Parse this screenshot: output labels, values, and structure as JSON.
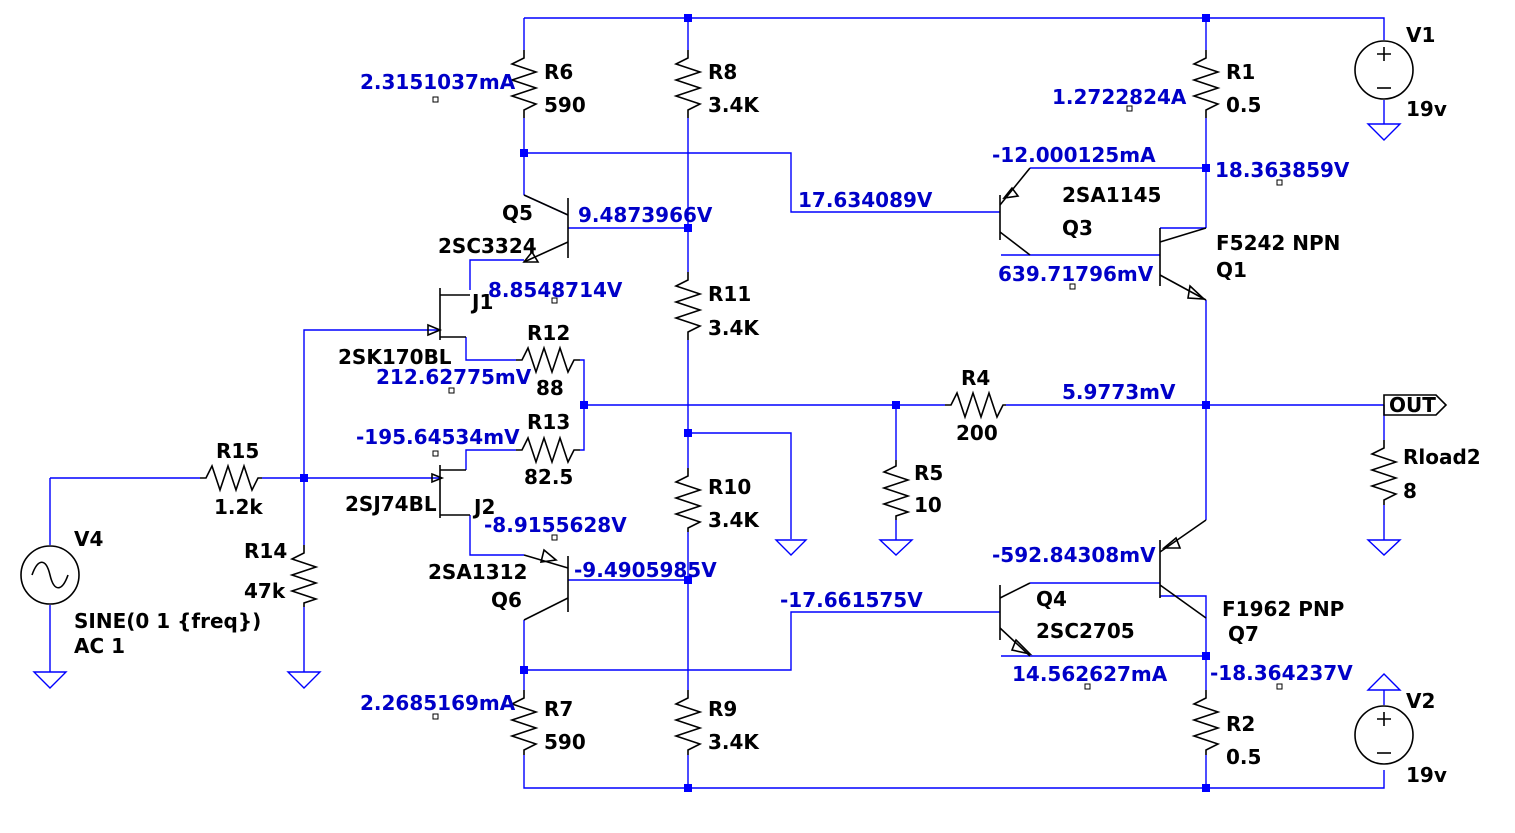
{
  "components": [
    {
      "id": "R6",
      "name": "R6",
      "value": "590"
    },
    {
      "id": "R8",
      "name": "R8",
      "value": "3.4K"
    },
    {
      "id": "R1",
      "name": "R1",
      "value": "0.5"
    },
    {
      "id": "V1",
      "name": "V1",
      "value": "19v"
    },
    {
      "id": "Q5",
      "name": "Q5",
      "model": "2SC3324"
    },
    {
      "id": "Q3",
      "name": "Q3",
      "model": "2SA1145"
    },
    {
      "id": "Q1",
      "name": "Q1",
      "model": "F5242 NPN"
    },
    {
      "id": "J1",
      "name": "J1",
      "model": "2SK170BL"
    },
    {
      "id": "R11",
      "name": "R11",
      "value": "3.4K"
    },
    {
      "id": "R12",
      "name": "R12",
      "value": "88"
    },
    {
      "id": "R13",
      "name": "R13",
      "value": "82.5"
    },
    {
      "id": "R4",
      "name": "R4",
      "value": "200"
    },
    {
      "id": "R5",
      "name": "R5",
      "value": "10"
    },
    {
      "id": "R10",
      "name": "R10",
      "value": "3.4K"
    },
    {
      "id": "R15",
      "name": "R15",
      "value": "1.2k"
    },
    {
      "id": "R14",
      "name": "R14",
      "value": "47k"
    },
    {
      "id": "J2",
      "name": "J2",
      "model": "2SJ74BL"
    },
    {
      "id": "Q6",
      "name": "Q6",
      "model": "2SA1312"
    },
    {
      "id": "Q4",
      "name": "Q4",
      "model": "2SC2705"
    },
    {
      "id": "Q7",
      "name": "Q7",
      "model": "F1962 PNP"
    },
    {
      "id": "V4",
      "name": "V4",
      "value": "SINE(0 1 {freq})",
      "extra": "AC 1"
    },
    {
      "id": "R7",
      "name": "R7",
      "value": "590"
    },
    {
      "id": "R9",
      "name": "R9",
      "value": "3.4K"
    },
    {
      "id": "R2",
      "name": "R2",
      "value": "0.5"
    },
    {
      "id": "V2",
      "name": "V2",
      "value": "19v"
    },
    {
      "id": "Rload2",
      "name": "Rload2",
      "value": "8"
    }
  ],
  "net_labels": {
    "out": "OUT"
  },
  "annotations": [
    "2.3151037mA",
    "1.2722824A",
    "-12.000125mA",
    "18.363859V",
    "17.634089V",
    "9.4873966V",
    "639.71796mV",
    "8.8548714V",
    "212.62775mV",
    "5.9773mV",
    "-195.64534mV",
    "-8.9155628V",
    "-9.4905985V",
    "-592.84308mV",
    "-17.661575V",
    "14.562627mA",
    "-18.364237V",
    "2.2685169mA"
  ]
}
